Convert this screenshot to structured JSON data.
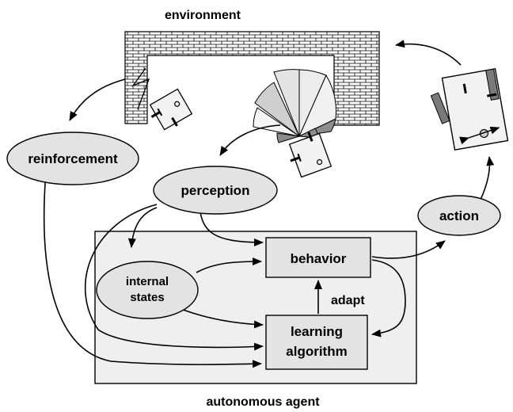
{
  "labels": {
    "environment": "environment",
    "reinforcement": "reinforcement",
    "perception": "perception",
    "action": "action",
    "behavior": "behavior",
    "internal_states_line1": "internal",
    "internal_states_line2": "states",
    "adapt": "adapt",
    "learning_line1": "learning",
    "learning_line2": "algorithm",
    "agent": "autonomous  agent"
  },
  "colors": {
    "node_fill": "#e3e3e3",
    "agent_box_fill": "#efefef",
    "stroke": "#000000",
    "robot_fill": "#f2f2f2",
    "wheel_fill": "#7a7a7a",
    "sensor_dark": "#8c8c8c",
    "sensor_light": "#d8d8d8"
  }
}
